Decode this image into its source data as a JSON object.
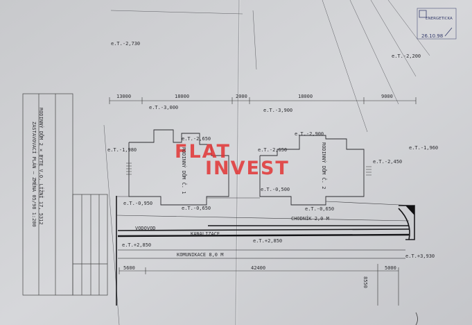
{
  "watermark": {
    "line1": "FLAT",
    "line2": "INVEST"
  },
  "stamp": {
    "org": "ENERGETICKA",
    "date": "26.10.98"
  },
  "title_block": {
    "house": "RODINNÝ DŮM 2 × BYTE V.O. LÍŽNÍ 17, 5312",
    "plan": "ZASTAVOVACÍ PLÁN – ZMĚNA 05/98  1:200"
  },
  "rooms": {
    "left": "RODINNÝ DŮM Č. 1",
    "right": "RODINNÝ DŮM Č. 2"
  },
  "dimensions": {
    "d1": "13000",
    "d2": "18000",
    "d3": "2000",
    "d4": "18000",
    "d5": "9000",
    "d6": "5600",
    "d7": "42400",
    "d8": "5000",
    "d9": "8550"
  },
  "elevations": {
    "e1": "e.T.-3,000",
    "e2": "e.T.-3,900",
    "e3": "e.T.-2,650",
    "e4": "e.T.-2,650",
    "e5": "e.T.-2,900",
    "e6": "e.T.-1,980",
    "e7": "e.T.-1,960",
    "e8": "e.T.-2,450",
    "e9": "e.T.-0,950",
    "e10": "e.T.-0,650",
    "e11": "e.T.-0,650",
    "e12": "e.T.-0,500",
    "e13": "e.T.+2,850",
    "e14": "e.T.+2,850",
    "e15": "e.T.+3,930",
    "e16": "e.T.-2,730",
    "e17": "e.T.-2,200"
  },
  "road_labels": {
    "kanal1": "VODOVOD",
    "kanal2": "KANALIZACE",
    "road": "KOMUNIKACE 8,0 M",
    "sidewalk": "CHODNÍK 2,0 M"
  }
}
